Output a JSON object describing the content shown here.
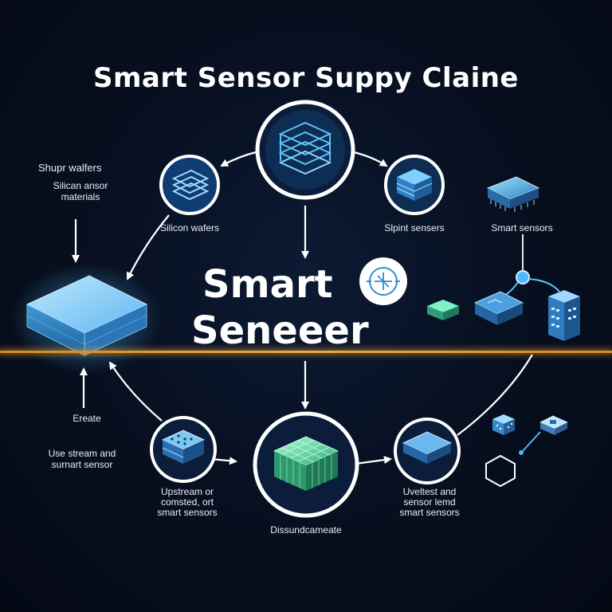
{
  "title": "Smart Sensor Suppy Claine",
  "center": {
    "line1": "Smart",
    "line2": "Seneeer"
  },
  "labels": {
    "shupr_wafers": "Shupr walfers",
    "silicon_materials_1": "Silican ansor",
    "silicon_materials_2": "materials",
    "silicon_wafers": "Silicon wafers",
    "slpint_sensers": "Slpint sensers",
    "smart_sensors": "Smart sensors",
    "ereate": "Ereate",
    "use_stream_1": "Use stream and",
    "use_stream_2": "surnart sensor",
    "upstream_1": "Upstream or",
    "upstream_2": "comsted, ort",
    "upstream_3": "smart sensors",
    "dissund": "Dissundcameate",
    "uveltest_1": "Uveltest and",
    "uveltest_2": "sensor lemd",
    "uveltest_3": "smart sensors"
  },
  "icons": [
    "stacked-layers-icon",
    "wafer-stack-icon",
    "sensor-chip-icon",
    "processor-chip-icon",
    "slab-block-icon",
    "pcb-board-icon",
    "green-grid-chip-icon",
    "blue-panel-icon",
    "circuit-symbol-icon",
    "server-device-icon",
    "hexagon-icon"
  ],
  "colors": {
    "background": "#070e1e",
    "accent_blue": "#3fa9f5",
    "ring_white": "#ffffff",
    "divider_orange": "#f3a838",
    "chip_green": "#5ef0a8"
  }
}
